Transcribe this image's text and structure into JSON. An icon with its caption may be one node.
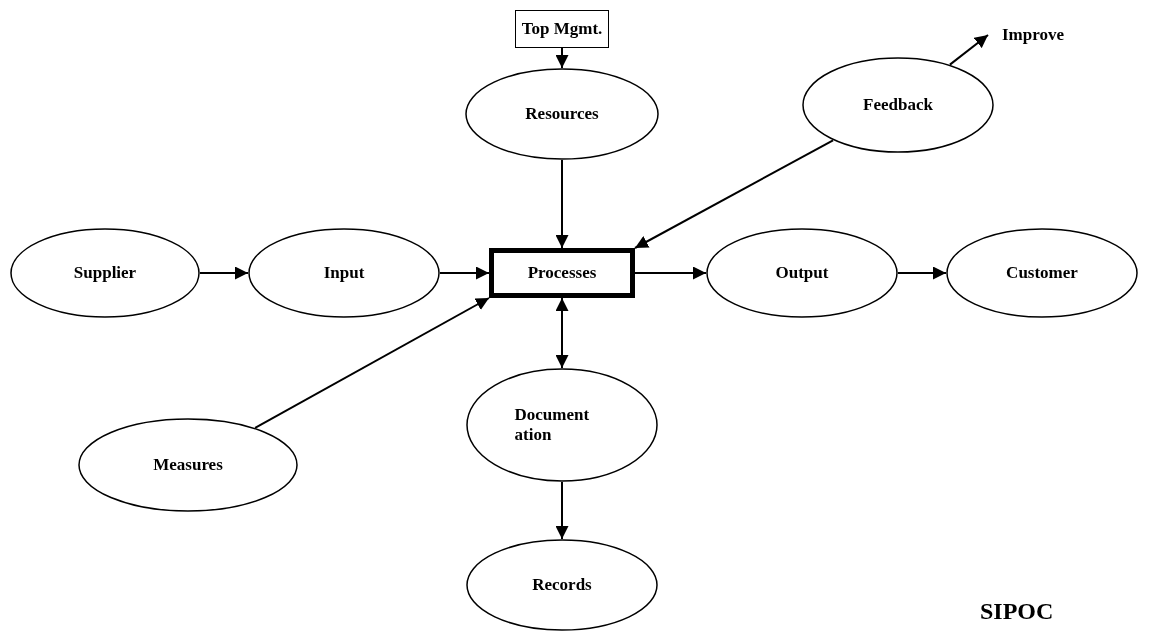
{
  "diagram": {
    "nodes": [
      {
        "text": [
          "Top Mgmt."
        ]
      },
      {
        "text": [
          "Improve"
        ]
      },
      {
        "text": [
          "Feedback"
        ]
      },
      {
        "text": [
          "Resources"
        ]
      },
      {
        "text": [
          "Supplier"
        ]
      },
      {
        "text": [
          "Input"
        ]
      },
      {
        "text": [
          "Processes"
        ]
      },
      {
        "text": [
          "Output"
        ]
      },
      {
        "text": [
          "Customer"
        ]
      },
      {
        "text": [
          "Document ation"
        ]
      },
      {
        "text": [
          "Measures"
        ]
      },
      {
        "text": [
          "Records"
        ]
      }
    ],
    "edges": [
      {
        "from": 0,
        "to": 3,
        "arrow": "to"
      },
      {
        "from": 2,
        "to": 1,
        "arrow": "to"
      },
      {
        "from": 3,
        "to": 6,
        "arrow": "to"
      },
      {
        "from": 2,
        "to": 6,
        "arrow": "to"
      },
      {
        "from": 4,
        "to": 5,
        "arrow": "to"
      },
      {
        "from": 5,
        "to": 6,
        "arrow": "to"
      },
      {
        "from": 6,
        "to": 7,
        "arrow": "to"
      },
      {
        "from": 7,
        "to": 8,
        "arrow": "to"
      },
      {
        "from": 6,
        "to": 9,
        "arrow": "both"
      },
      {
        "from": 10,
        "to": 6,
        "arrow": "to"
      },
      {
        "from": 9,
        "to": 11,
        "arrow": "to"
      }
    ],
    "labels": [
      "SIPOC"
    ]
  }
}
